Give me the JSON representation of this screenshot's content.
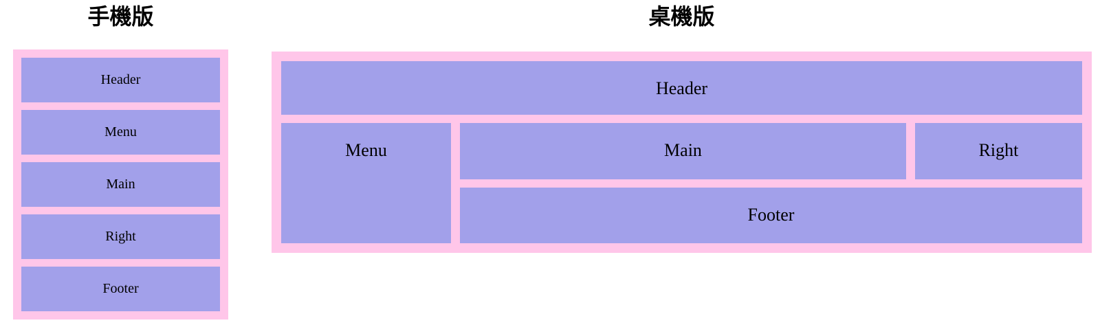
{
  "diagram": {
    "mobile": {
      "title": "手機版",
      "boxes": [
        {
          "label": "Header"
        },
        {
          "label": "Menu"
        },
        {
          "label": "Main"
        },
        {
          "label": "Right"
        },
        {
          "label": "Footer"
        }
      ]
    },
    "desktop": {
      "title": "桌機版",
      "header_label": "Header",
      "menu_label": "Menu",
      "main_label": "Main",
      "right_label": "Right",
      "footer_label": "Footer"
    },
    "colors": {
      "container_pink": "#ffc6e9",
      "box_purple": "#a2a0ea",
      "label_text": "#000000",
      "title_text": "#000000",
      "page_background": "#ffffff"
    }
  }
}
